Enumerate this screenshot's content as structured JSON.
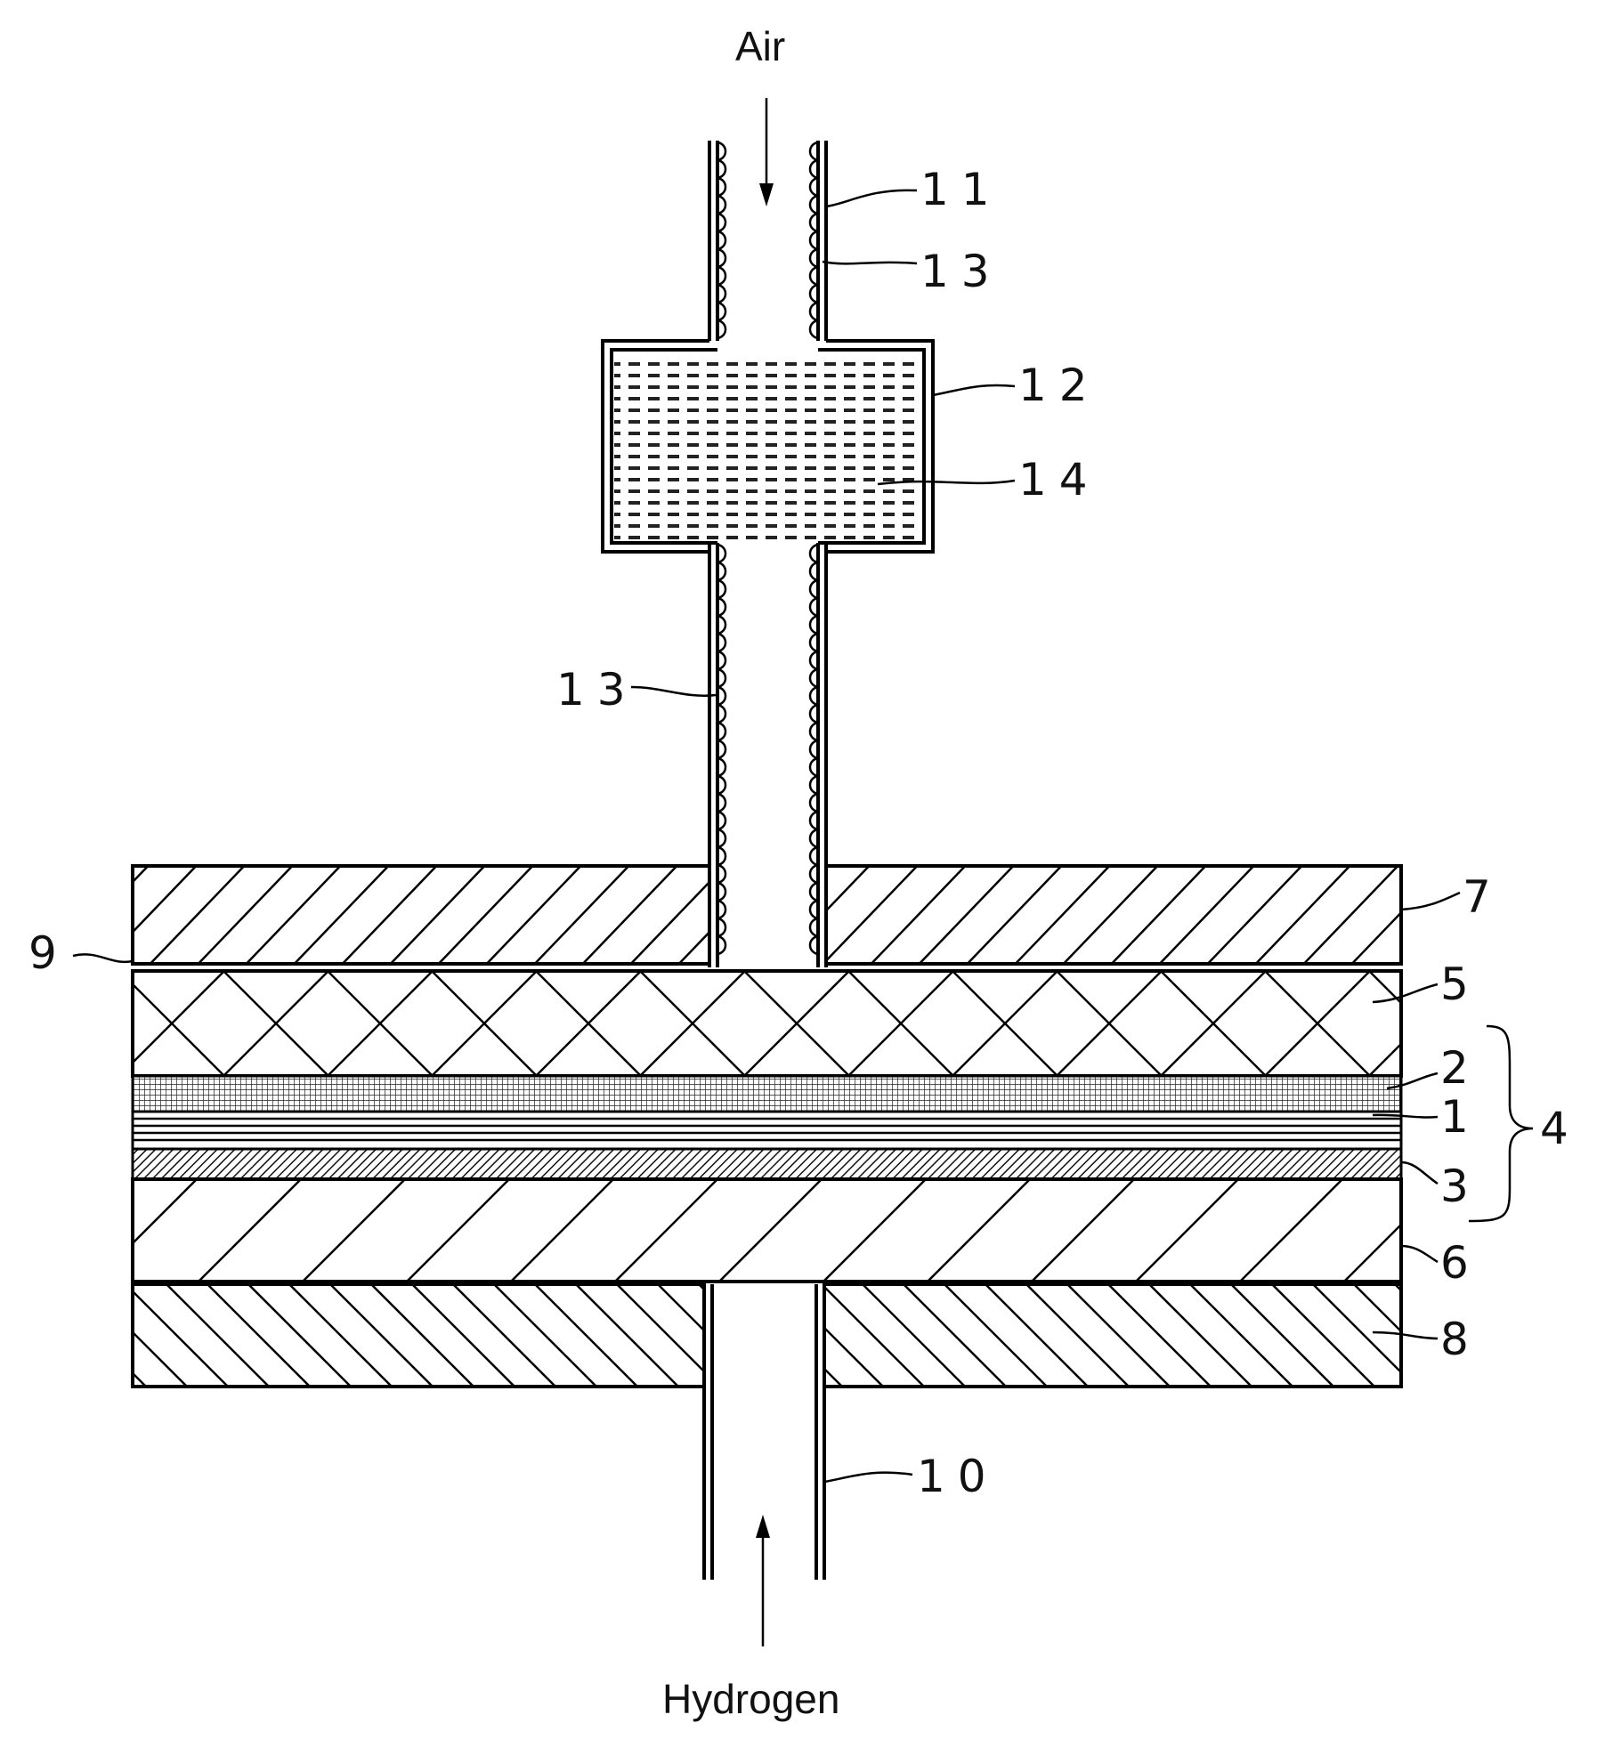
{
  "labels": {
    "air": "Air",
    "hydrogen": "Hydrogen",
    "n1": "1",
    "n2": "2",
    "n3": "3",
    "n4": "4",
    "n5": "5",
    "n6": "6",
    "n7": "7",
    "n8": "8",
    "n9": "9",
    "n10": "10",
    "n11": "11",
    "n12": "12",
    "n13_top": "13",
    "n13_mid": "13",
    "n14": "14"
  }
}
